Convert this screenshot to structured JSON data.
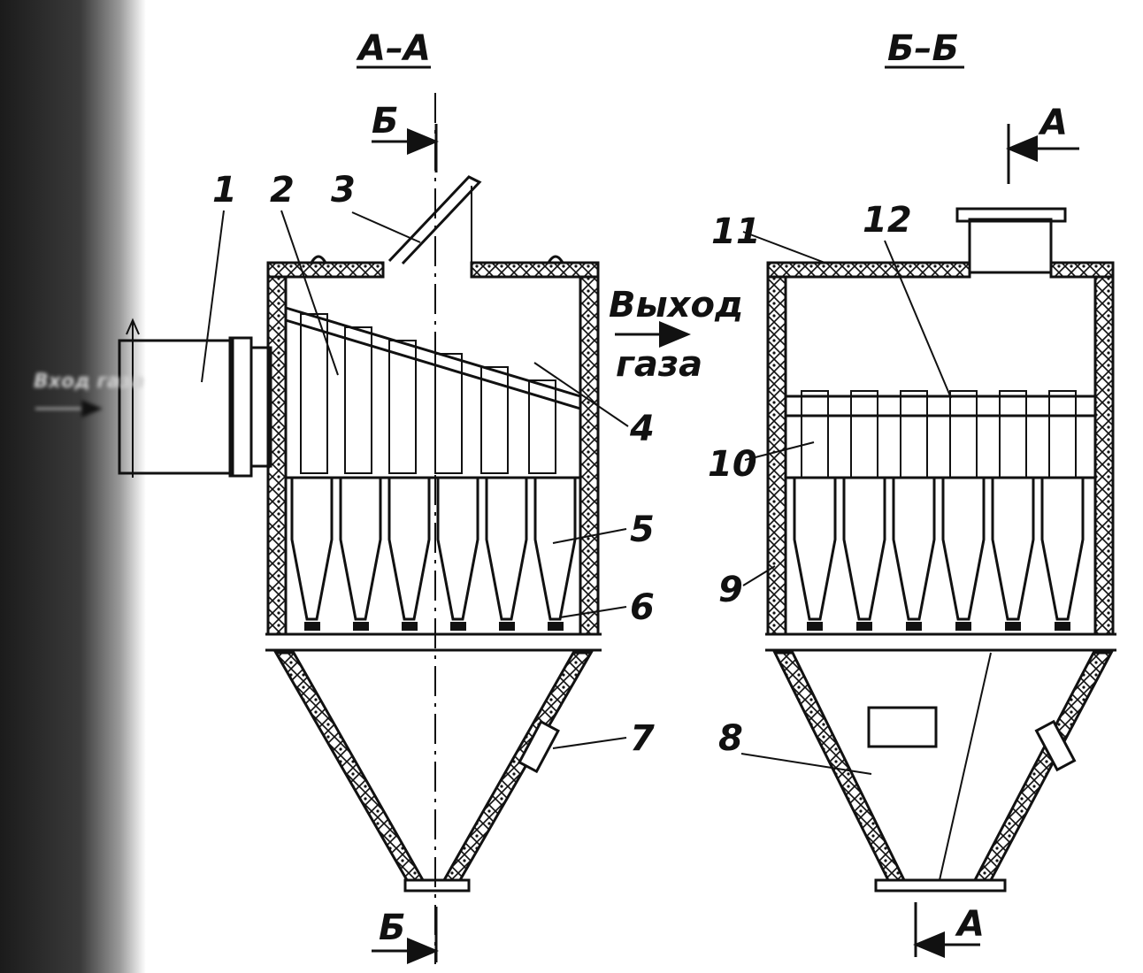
{
  "sections": {
    "left": "А–А",
    "right": "Б–Б"
  },
  "cut_marks": {
    "b_top": "Б",
    "b_bottom": "Б",
    "a_top": "А",
    "a_bottom": "А"
  },
  "flow": {
    "inlet": "Вход газа",
    "outlet_line1": "Выход",
    "outlet_line2": "газа"
  },
  "callouts": [
    "1",
    "2",
    "3",
    "4",
    "5",
    "6",
    "7",
    "8",
    "9",
    "10",
    "11",
    "12"
  ]
}
